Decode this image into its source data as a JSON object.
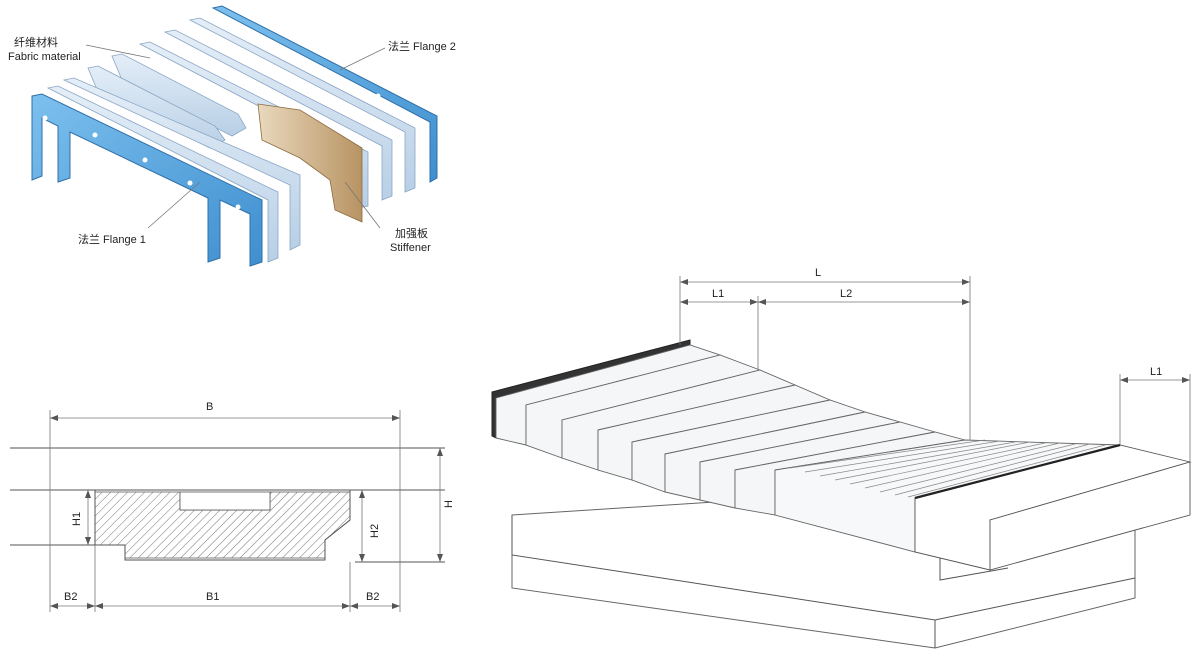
{
  "labels": {
    "fabric_cn": "纤维材料",
    "fabric_en": "Fabric material",
    "flange2": "法兰 Flange 2",
    "flange1": "法兰 Flange 1",
    "stiffener_cn": "加强板",
    "stiffener_en": "Stiffener"
  },
  "section": {
    "B": "B",
    "H": "H",
    "H1": "H1",
    "H2": "H2",
    "B1": "B1",
    "B2_left": "B2",
    "B2_right": "B2"
  },
  "length_dims": {
    "L": "L",
    "L1": "L1",
    "L2": "L2",
    "L1_right": "L1"
  },
  "colors": {
    "flange_blue": "#5aa8df",
    "fabric_blue": "#c9dcef",
    "stiffener_tan": "#c9a878",
    "line": "#555555"
  }
}
